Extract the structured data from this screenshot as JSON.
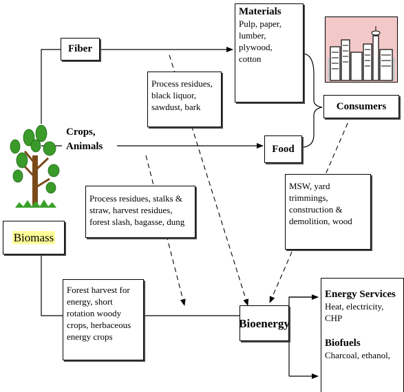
{
  "nodes": {
    "fiber": "Fiber",
    "crops_animals": "Crops,\nAnimals",
    "biomass": "Biomass",
    "food": "Food",
    "consumers": "Consumers",
    "bioenergy": "Bioenergy",
    "materials": {
      "title": "Materials",
      "text": "Pulp, paper,\nlumber,\nplywood,\ncotton"
    }
  },
  "notes": {
    "process_residues_fiber": "Process residues,\nblack liquor,\nsawdust, bark",
    "process_residues_crops": "Process residues, stalks &\nstraw, harvest residues,\nforest slash, bagasse, dung",
    "msw": "MSW, yard\ntrimmings,\nconstruction &\ndemolition, wood",
    "forest_harvest": "Forest harvest for\nenergy, short\nrotation woody\ncrops, herbaceous\nenergy crops"
  },
  "outputs": {
    "energy_services": {
      "title": "Energy Services",
      "text": "Heat, electricity,\nCHP"
    },
    "biofuels": {
      "title": "Biofuels",
      "text": "Charcoal, ethanol,"
    }
  },
  "colors": {
    "biomass_highlight": "#ffff99",
    "city_sky": "#f3c8c8"
  },
  "icons": [
    "tree-icon",
    "city-skyline-icon"
  ]
}
